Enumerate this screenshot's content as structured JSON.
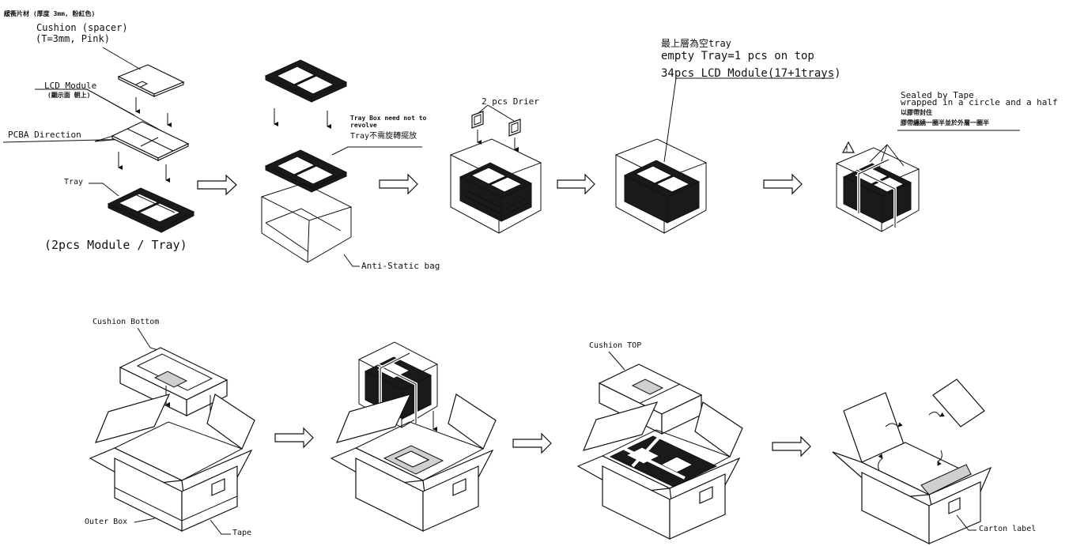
{
  "labels": {
    "cushion_cn": "緩衝片材 (厚度 3mm, 粉紅色)",
    "cushion_spacer": "Cushion (spacer)",
    "cushion_thickness": "(T=3mm, Pink)",
    "lcd_module": "LCD Module",
    "lcd_module_cn": "(顯示面 朝上)",
    "pcba_direction": "PCBA Direction",
    "tray": "Tray",
    "module_per_tray": "(2pcs Module / Tray)",
    "tray_box_note": "Tray Box need not to",
    "tray_box_note2": "revolve",
    "tray_cn": "Tray不需旋轉擺放",
    "anti_static_bag": "Anti-Static bag",
    "drier": "2 pcs Drier",
    "empty_tray_cn": "最上層為空tray",
    "empty_tray": "empty Tray=1 pcs on top",
    "lcd_count": "34pcs LCD Module(17+1trays)",
    "sealed_by_tape": "Sealed by Tape",
    "wrapped": "wrapped in a circle and a half",
    "sealed_cn1": "以膠帶封住",
    "sealed_cn2": "膠帶纏繞一圈半並於外層一圈半",
    "cushion_bottom": "Cushion Bottom",
    "cushion_top": "Cushion TOP",
    "outer_box": "Outer Box",
    "tape": "Tape",
    "carton_label": "Carton label",
    "warning_symbol": "!"
  },
  "icons": [
    "right-arrow-icon",
    "down-arrow-icon",
    "warning-triangle-icon"
  ]
}
